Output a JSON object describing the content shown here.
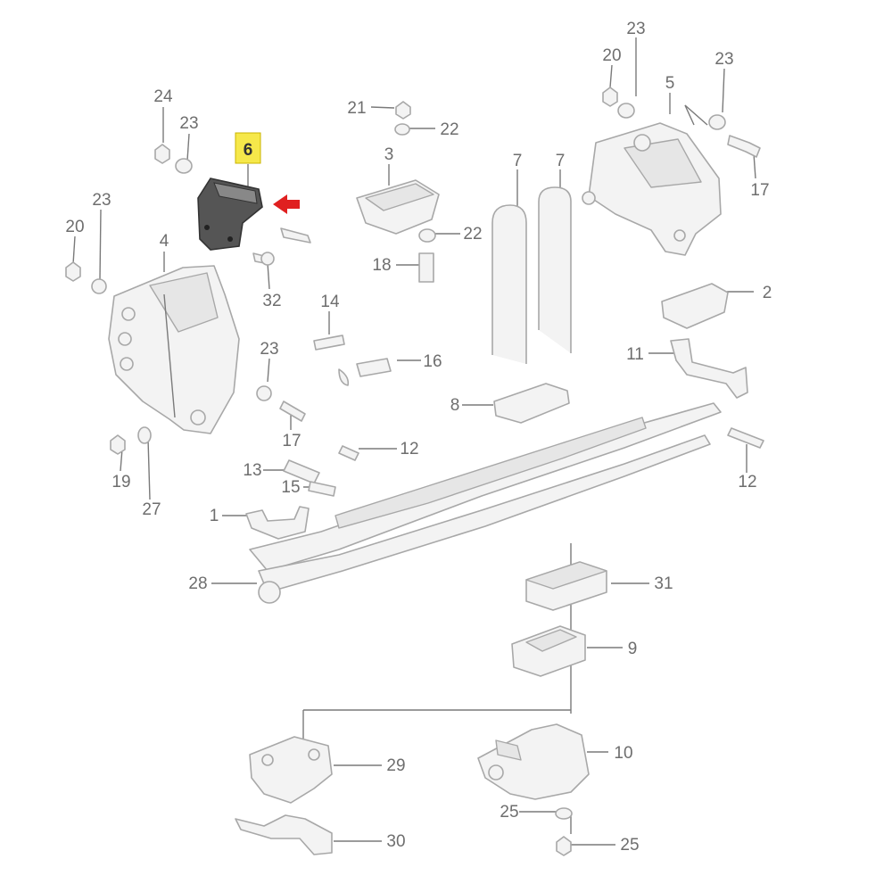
{
  "highlighted_part": "6",
  "accent_color": "#e02020",
  "highlight_color": "#f6e84a",
  "labels": {
    "p1": "1",
    "p2": "2",
    "p3": "3",
    "p4": "4",
    "p5": "5",
    "p6": "6",
    "p7a": "7",
    "p7b": "7",
    "p8": "8",
    "p9": "9",
    "p10": "10",
    "p11": "11",
    "p12a": "12",
    "p12b": "12",
    "p13": "13",
    "p14": "14",
    "p15": "15",
    "p16": "16",
    "p17a": "17",
    "p17b": "17",
    "p18": "18",
    "p19": "19",
    "p20a": "20",
    "p20b": "20",
    "p21": "21",
    "p22a": "22",
    "p22b": "22",
    "p23a": "23",
    "p23b": "23",
    "p23c": "23",
    "p23d": "23",
    "p23e": "23",
    "p24": "24",
    "p25a": "25",
    "p25b": "25",
    "p27": "27",
    "p28": "28",
    "p29": "29",
    "p30": "30",
    "p31": "31",
    "p32": "32"
  }
}
